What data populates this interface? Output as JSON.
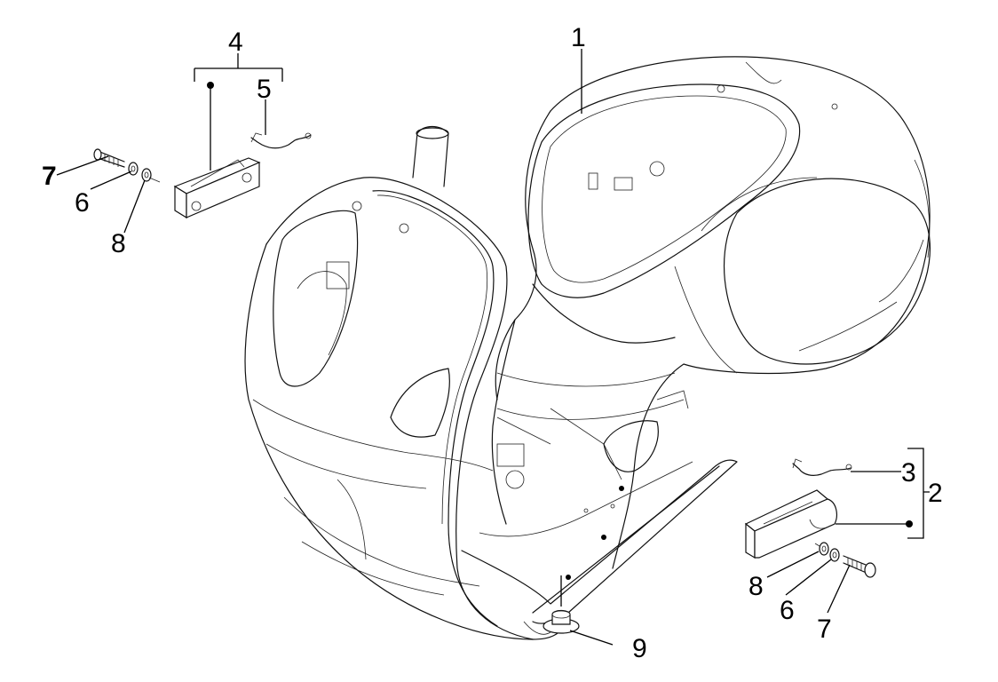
{
  "diagram": {
    "type": "exploded-parts-diagram",
    "subject": "scooter body frame",
    "line_color": "#111111",
    "background": "#ffffff",
    "callouts": [
      {
        "id": "c1",
        "label": "1",
        "part": "body-frame"
      },
      {
        "id": "c2",
        "label": "2",
        "part": "right-bracket-assembly"
      },
      {
        "id": "c3",
        "label": "3",
        "part": "right-clip"
      },
      {
        "id": "c4",
        "label": "4",
        "part": "left-bracket-assembly"
      },
      {
        "id": "c5",
        "label": "5",
        "part": "left-clip"
      },
      {
        "id": "c6a",
        "label": "6",
        "part": "washer-left"
      },
      {
        "id": "c7a",
        "label": "7",
        "part": "screw-left"
      },
      {
        "id": "c8a",
        "label": "8",
        "part": "washer-left-2"
      },
      {
        "id": "c8b",
        "label": "8",
        "part": "washer-right-2"
      },
      {
        "id": "c6b",
        "label": "6",
        "part": "washer-right"
      },
      {
        "id": "c7b",
        "label": "7",
        "part": "screw-right"
      },
      {
        "id": "c9",
        "label": "9",
        "part": "rubber-plug"
      }
    ]
  }
}
